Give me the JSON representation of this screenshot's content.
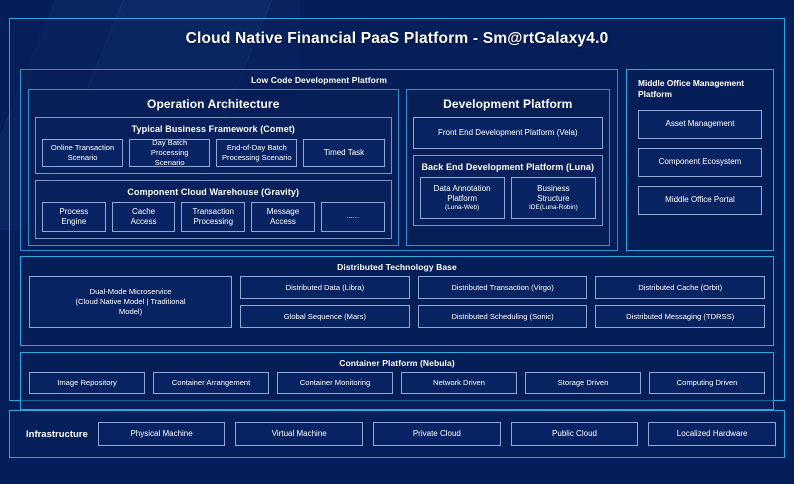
{
  "header": {
    "title": "Cloud Native Financial PaaS Platform - Sm@rtGalaxy4.0"
  },
  "low_code": {
    "title": "Low Code Development Platform",
    "operation_architecture": {
      "title": "Operation Architecture",
      "typical_business_framework": {
        "title": "Typical Business Framework (Comet)",
        "items": [
          {
            "l1": "Online Transaction",
            "l2": "Scenario"
          },
          {
            "l1": "Day Batch Processing",
            "l2": "Scenario"
          },
          {
            "l1": "End-of-Day Batch",
            "l2": "Processing Scenario"
          },
          {
            "l1": "Timed Task",
            "l2": ""
          }
        ]
      },
      "component_cloud_warehouse": {
        "title": "Component Cloud Warehouse (Gravity)",
        "items": [
          {
            "l1": "Process",
            "l2": "Engine"
          },
          {
            "l1": "Cache",
            "l2": "Access"
          },
          {
            "l1": "Transaction",
            "l2": "Processing"
          },
          {
            "l1": "Message",
            "l2": "Access"
          },
          {
            "l1": "……",
            "l2": ""
          }
        ]
      }
    },
    "development_platform": {
      "title": "Development Platform",
      "front_end": "Front End Development Platform (Vela)",
      "back_end": {
        "title": "Back End Development Platform (Luna)",
        "items": [
          {
            "l1": "Data Annotation",
            "l2": "Platform",
            "l3": "(Luna-Web)"
          },
          {
            "l1": "Business",
            "l2": "Structure",
            "l3": "IDE(Luna-Robin)"
          }
        ]
      }
    }
  },
  "middle_office": {
    "title": "Middle Office Management Platform",
    "items": [
      "Asset Management",
      "Component Ecosystem",
      "Middle Office Portal"
    ]
  },
  "distributed_technology_base": {
    "title": "Distributed Technology Base",
    "dual_mode": {
      "l1": "Dual-Mode Microservice",
      "l2": "(Cloud Native Model | Traditional",
      "l3": "Model)"
    },
    "columns": [
      [
        "Distributed Data (Libra)",
        "Global Sequence (Mars)"
      ],
      [
        "Distributed Transaction (Virgo)",
        "Distributed Scheduling (Sonic)"
      ],
      [
        "Distributed Cache (Orbit)",
        "Distributed Messaging (TDRSS)"
      ]
    ]
  },
  "container_platform": {
    "title": "Container Platform (Nebula)",
    "items": [
      "Image Repository",
      "Container Arrangement",
      "Container Monitoring",
      "Network Driven",
      "Storage Driven",
      "Computing Driven"
    ]
  },
  "infrastructure": {
    "label": "Infrastructure",
    "items": [
      "Physical Machine",
      "Virtual Machine",
      "Private Cloud",
      "Public Cloud",
      "Localized Hardware"
    ]
  },
  "colors": {
    "background": "#041e5a",
    "accent_border": "#29a8e0",
    "cell_border": "#8fa8d8",
    "text": "#ffffff"
  }
}
